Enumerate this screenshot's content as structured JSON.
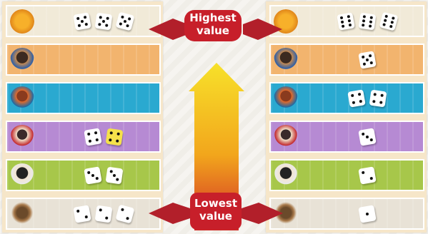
{
  "labels": {
    "highest_line1": "Highest",
    "highest_line2": "value",
    "lowest_line1": "Lowest",
    "lowest_line2": "value"
  },
  "colors": {
    "accent": "#c71f2a",
    "row_colors": [
      "#f1ead8",
      "#f2b46e",
      "#2aa9d0",
      "#b68ad3",
      "#a7c74a",
      "#e8e2d6"
    ]
  },
  "left_board": {
    "rows": [
      {
        "icon": "sun-token-icon",
        "dice": [
          5,
          5,
          5
        ],
        "yellow": [
          false,
          false,
          false
        ]
      },
      {
        "icon": "egyptian-woman-icon",
        "dice": [],
        "yellow": []
      },
      {
        "icon": "priest-icon",
        "dice": [],
        "yellow": []
      },
      {
        "icon": "noble-icon",
        "dice": [
          4,
          4
        ],
        "yellow": [
          false,
          true
        ]
      },
      {
        "icon": "woman-icon",
        "dice": [
          3,
          3
        ],
        "yellow": [
          false,
          false
        ]
      },
      {
        "icon": "goat-icon",
        "dice": [
          2,
          2,
          2
        ],
        "yellow": [
          false,
          false,
          false
        ]
      }
    ]
  },
  "right_board": {
    "rows": [
      {
        "icon": "sun-token-icon",
        "dice": [
          6,
          6,
          6
        ],
        "yellow": [
          false,
          false,
          false
        ]
      },
      {
        "icon": "egyptian-woman-icon",
        "dice": [
          5
        ],
        "yellow": [
          false
        ]
      },
      {
        "icon": "priest-icon",
        "dice": [
          4,
          4
        ],
        "yellow": [
          false,
          false
        ]
      },
      {
        "icon": "noble-icon",
        "dice": [
          3
        ],
        "yellow": [
          false
        ]
      },
      {
        "icon": "woman-icon",
        "dice": [
          2
        ],
        "yellow": [
          false
        ]
      },
      {
        "icon": "goat-icon",
        "dice": [
          1
        ],
        "yellow": [
          false
        ]
      }
    ]
  }
}
